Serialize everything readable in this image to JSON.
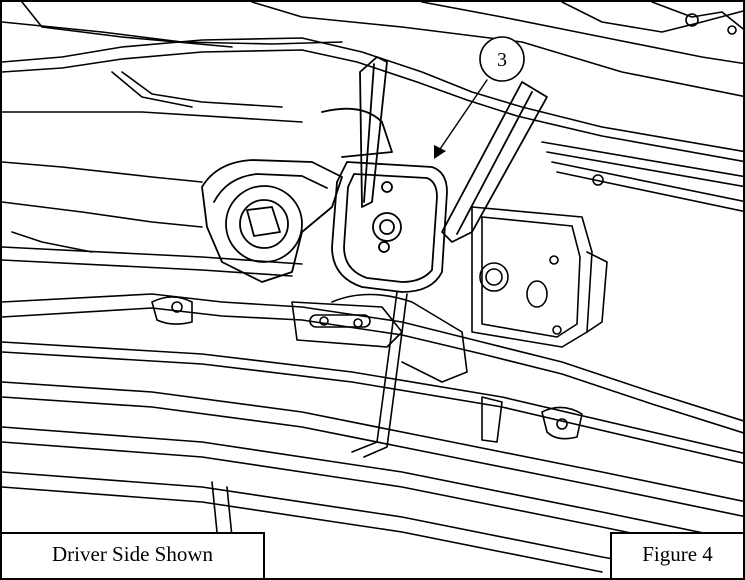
{
  "callout": {
    "number": "3"
  },
  "labels": {
    "view": "Driver Side Shown",
    "figure": "Figure 4"
  }
}
